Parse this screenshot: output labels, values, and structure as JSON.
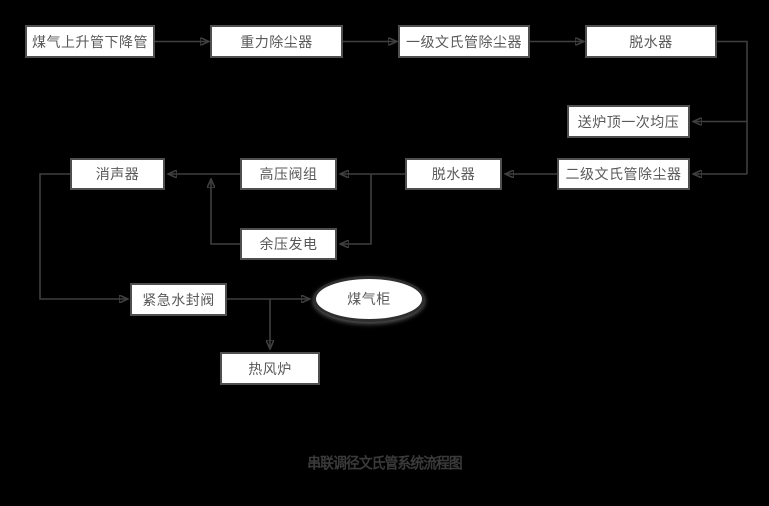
{
  "diagram": {
    "title": "串联调径文氏管系统流程图",
    "nodes": [
      {
        "id": "gas-riser-downcomer",
        "label": "煤气上升管下降管",
        "shape": "rect"
      },
      {
        "id": "gravity-deduster",
        "label": "重力除尘器",
        "shape": "rect"
      },
      {
        "id": "venturi-stage-1",
        "label": "一级文氏管除尘器",
        "shape": "rect"
      },
      {
        "id": "dehydrator-1",
        "label": "脱水器",
        "shape": "rect"
      },
      {
        "id": "top-equalizing",
        "label": "送炉顶一次均压",
        "shape": "rect"
      },
      {
        "id": "venturi-stage-2",
        "label": "二级文氏管除尘器",
        "shape": "rect"
      },
      {
        "id": "dehydrator-2",
        "label": "脱水器",
        "shape": "rect"
      },
      {
        "id": "hp-valve-group",
        "label": "高压阀组",
        "shape": "rect"
      },
      {
        "id": "silencer",
        "label": "消声器",
        "shape": "rect"
      },
      {
        "id": "trt-power",
        "label": "余压发电",
        "shape": "rect"
      },
      {
        "id": "emergency-seal-valve",
        "label": "紧急水封阀",
        "shape": "rect"
      },
      {
        "id": "gas-holder",
        "label": "煤气柜",
        "shape": "ellipse"
      },
      {
        "id": "hot-blast-stove",
        "label": "热风炉",
        "shape": "rect"
      }
    ],
    "edges": [
      {
        "from": "gas-riser-downcomer",
        "to": "gravity-deduster"
      },
      {
        "from": "gravity-deduster",
        "to": "venturi-stage-1"
      },
      {
        "from": "venturi-stage-1",
        "to": "dehydrator-1"
      },
      {
        "from": "dehydrator-1",
        "to": "top-equalizing"
      },
      {
        "from": "dehydrator-1",
        "to": "venturi-stage-2"
      },
      {
        "from": "venturi-stage-2",
        "to": "dehydrator-2"
      },
      {
        "from": "dehydrator-2",
        "to": "hp-valve-group"
      },
      {
        "from": "dehydrator-2",
        "to": "trt-power"
      },
      {
        "from": "hp-valve-group",
        "to": "silencer"
      },
      {
        "from": "trt-power",
        "to": "silencer"
      },
      {
        "from": "silencer",
        "to": "emergency-seal-valve"
      },
      {
        "from": "emergency-seal-valve",
        "to": "gas-holder"
      },
      {
        "from": "emergency-seal-valve",
        "to": "hot-blast-stove"
      }
    ],
    "colors": {
      "background": "#000000",
      "node_fill": "#ffffff",
      "node_border": "#4f4f4f",
      "node_text": "#595959",
      "line": "#3f3f3f",
      "title_text": "#3a3a3a"
    }
  }
}
